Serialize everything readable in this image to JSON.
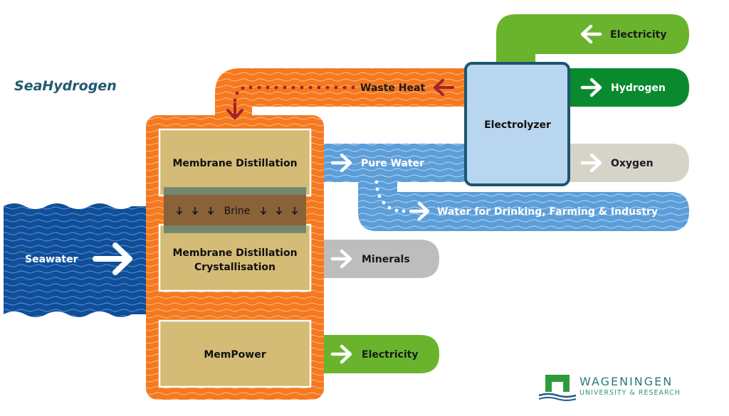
{
  "title": "SeaHydrogen",
  "labels": {
    "electricity_in": "Electricity",
    "hydrogen": "Hydrogen",
    "waste_heat": "Waste Heat",
    "electrolyzer": "Electrolyzer",
    "pure_water": "Pure Water",
    "oxygen": "Oxygen",
    "water_use": "Water for Drinking, Farming & Industry",
    "seawater": "Seawater",
    "brine": "Brine",
    "minerals": "Minerals",
    "electricity_out": "Electricity",
    "membrane_distillation": "Membrane Distillation",
    "mdc_line1": "Membrane Distillation",
    "mdc_line2": "Crystallisation",
    "mempower": "MemPower"
  },
  "logo": {
    "name": "WAGENINGEN",
    "sub": "UNIVERSITY & RESEARCH"
  },
  "colors": {
    "orange": "#f47920",
    "light_green": "#6ab42d",
    "dark_green": "#0a8a2e",
    "blue_light": "#5c9ed8",
    "blue_dark": "#0f4f9a",
    "grey": "#bdbdbd",
    "beige": "#d6d3c9",
    "tan": "#d4bb76",
    "electrolyzer_fill": "#b8d6ef",
    "electrolyzer_stroke": "#1d5570",
    "waste_heat_arrow": "#a3232a"
  }
}
